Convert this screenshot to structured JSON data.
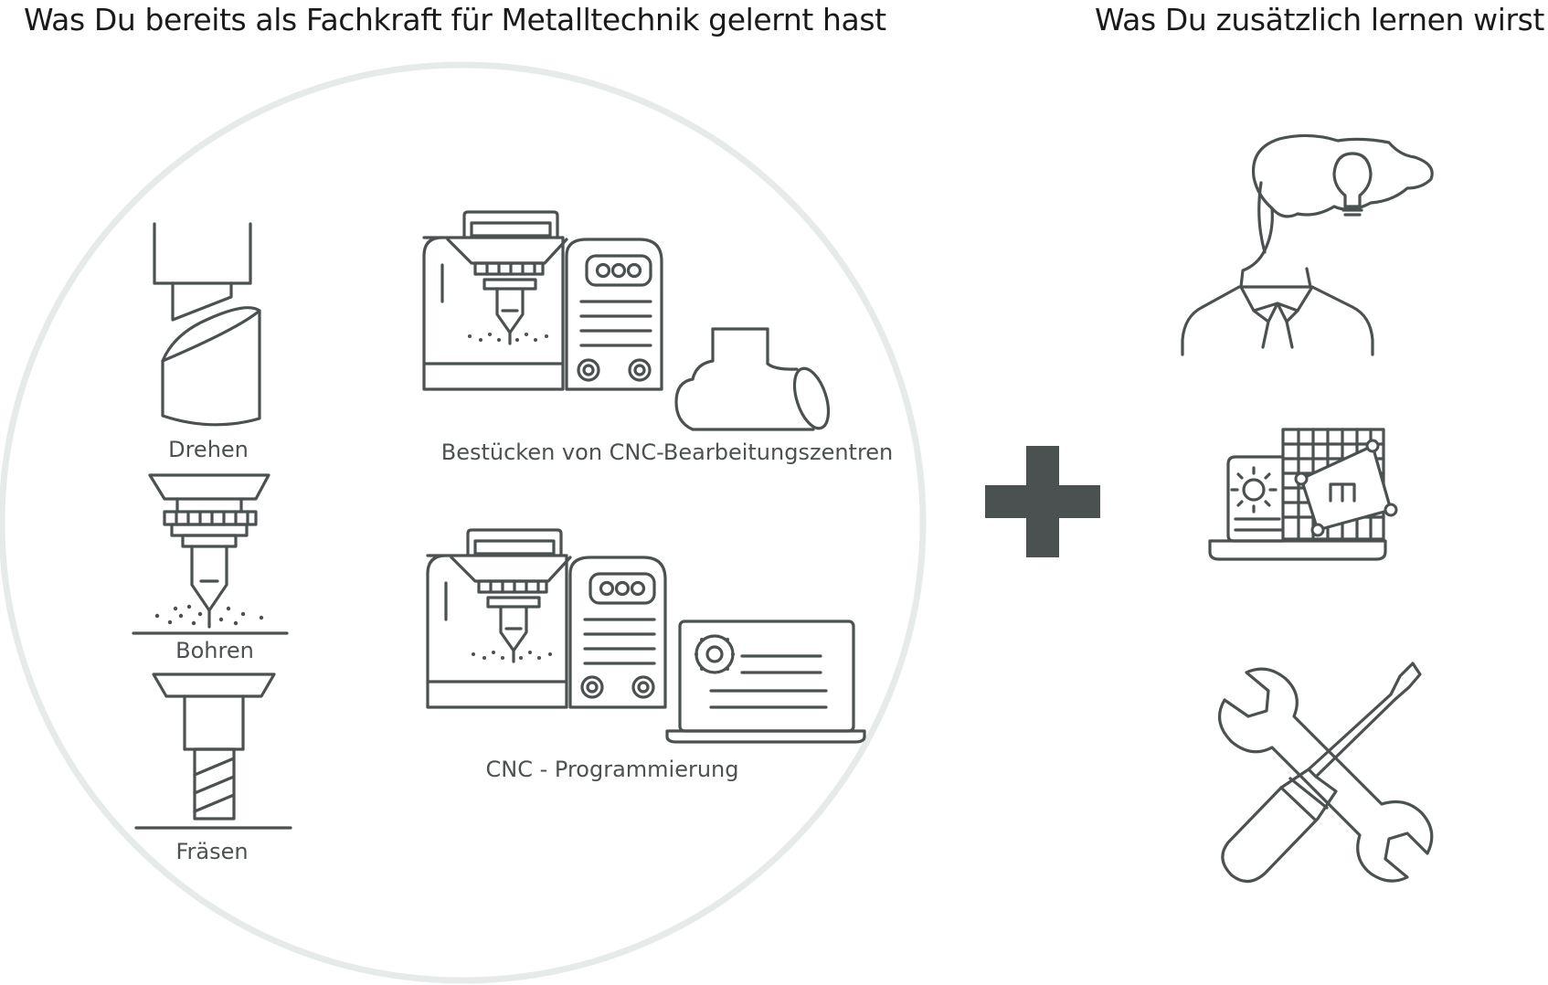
{
  "headings": {
    "already_learned": "Was Du bereits als Fachkraft für Metalltechnik gelernt hast",
    "additional": "Was Du zusätzlich lernen wirst"
  },
  "skills_learned": {
    "drehen": "Drehen",
    "bohren": "Bohren",
    "fraesen": "Fräsen",
    "bestuecken": "Bestücken von CNC-Bearbeitungszentren",
    "cnc": "CNC - Programmierung"
  },
  "icons": {
    "drehen": "lathe-turning-icon",
    "bohren": "drill-icon",
    "fraesen": "milling-cutter-icon",
    "bestuecken": "cnc-machine-with-pipe-icon",
    "cnc": "cnc-machine-with-laptop-icon",
    "plus": "plus-icon",
    "thinking": "person-with-lightbulb-icon",
    "design": "laptop-cad-grid-icon",
    "tools": "wrench-screwdriver-icon"
  },
  "colors": {
    "icon": "#4b5051",
    "circle": "#e6ebea",
    "text": "#1a1a1a"
  }
}
